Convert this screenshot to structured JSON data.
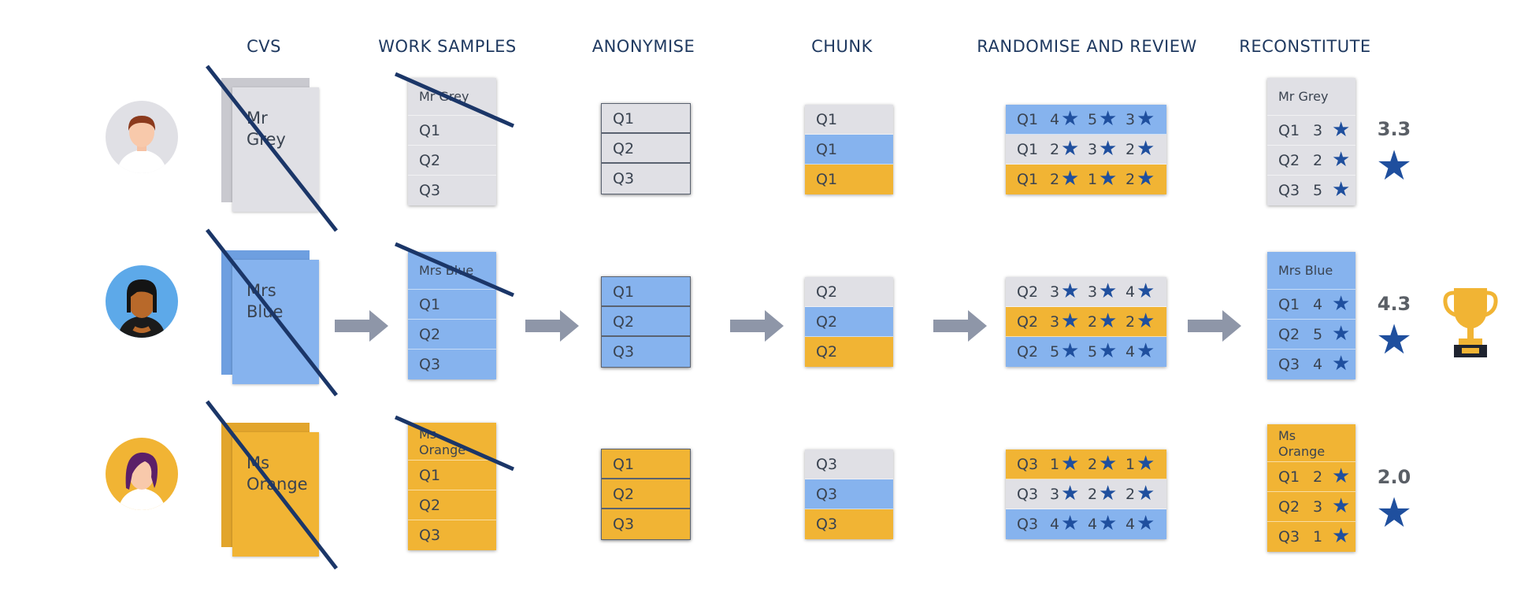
{
  "headers": {
    "cvs": "CVS",
    "work_samples": "WORK SAMPLES",
    "anonymise": "ANONYMISE",
    "chunk": "CHUNK",
    "randomise_review": "RANDOMISE AND REVIEW",
    "reconstitute": "RECONSTITUTE"
  },
  "candidates": [
    {
      "name_cv": "Mr\nGrey",
      "name_card": "Mr Grey",
      "color": "#e0e0e5",
      "work_q": [
        "Q1",
        "Q2",
        "Q3"
      ],
      "anon_q": [
        "Q1",
        "Q2",
        "Q3"
      ],
      "chunk_q": [
        "Q1",
        "Q1",
        "Q1"
      ],
      "review_q": [
        "Q1",
        "Q1",
        "Q1"
      ],
      "review_scores": [
        [
          "4",
          "5",
          "3"
        ],
        [
          "2",
          "3",
          "2"
        ],
        [
          "2",
          "1",
          "2"
        ]
      ],
      "recon_q": [
        "Q1",
        "Q2",
        "Q3"
      ],
      "recon_scores": [
        "3",
        "2",
        "5"
      ],
      "average": "3.3"
    },
    {
      "name_cv": "Mrs\nBlue",
      "name_card": "Mrs Blue",
      "color": "#86b3ee",
      "work_q": [
        "Q1",
        "Q2",
        "Q3"
      ],
      "anon_q": [
        "Q1",
        "Q2",
        "Q3"
      ],
      "chunk_q": [
        "Q2",
        "Q2",
        "Q2"
      ],
      "review_q": [
        "Q2",
        "Q2",
        "Q2"
      ],
      "review_scores": [
        [
          "3",
          "3",
          "4"
        ],
        [
          "3",
          "2",
          "2"
        ],
        [
          "5",
          "5",
          "4"
        ]
      ],
      "recon_q": [
        "Q1",
        "Q2",
        "Q3"
      ],
      "recon_scores": [
        "4",
        "5",
        "4"
      ],
      "average": "4.3"
    },
    {
      "name_cv": "Ms\nOrange",
      "name_card": "Ms\nOrange",
      "color": "#f1b434",
      "work_q": [
        "Q1",
        "Q2",
        "Q3"
      ],
      "anon_q": [
        "Q1",
        "Q2",
        "Q3"
      ],
      "chunk_q": [
        "Q3",
        "Q3",
        "Q3"
      ],
      "review_q": [
        "Q3",
        "Q3",
        "Q3"
      ],
      "review_scores": [
        [
          "1",
          "2",
          "1"
        ],
        [
          "3",
          "2",
          "2"
        ],
        [
          "4",
          "4",
          "4"
        ]
      ],
      "recon_q": [
        "Q1",
        "Q2",
        "Q3"
      ],
      "recon_scores": [
        "2",
        "3",
        "1"
      ],
      "average": "2.0"
    }
  ],
  "colors": {
    "grey": "#e0e0e5",
    "blue": "#86b3ee",
    "orange": "#f1b434",
    "star": "#1f4f9e",
    "strike": "#1b3668",
    "arrow": "#8e96a8",
    "trophy": "#f1b434"
  },
  "icons": {
    "arrow": "right-arrow-icon",
    "star": "star-icon",
    "trophy": "trophy-icon",
    "strike": "strike-line"
  }
}
